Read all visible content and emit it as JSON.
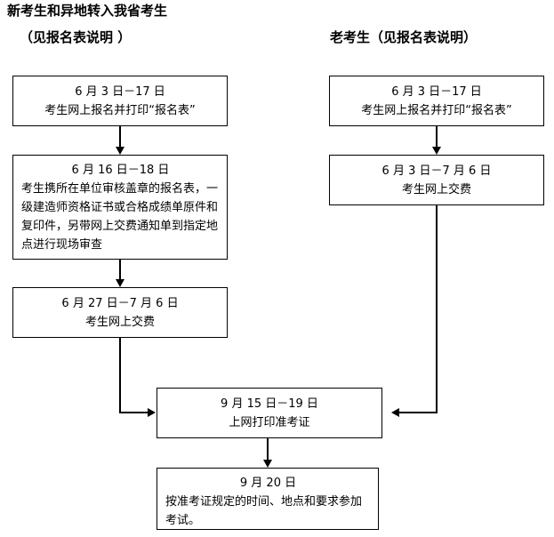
{
  "headers": {
    "left_line1": "新考生和异地转入我省考生",
    "left_line2": "（见报名表说明 ）",
    "right": "老考生（见报名表说明）"
  },
  "nodes": {
    "left_1": {
      "title": "6 月 3 日－17 日",
      "body": "考生网上报名并打印“报名表”"
    },
    "left_2": {
      "title": "6 月 16 日－18 日",
      "body": "考生携所在单位审核盖章的报名表，一级建造师资格证书或合格成绩单原件和复印件，另带网上交费通知单到指定地点进行现场审查"
    },
    "left_3": {
      "title": "6 月 27 日－7 月 6 日",
      "body": "考生网上交费"
    },
    "right_1": {
      "title": "6 月 3 日－17 日",
      "body": "考生网上报名并打印“报名表”"
    },
    "right_2": {
      "title": "6 月 3 日－7 月 6 日",
      "body": "考生网上交费"
    },
    "merge_1": {
      "title": "9 月 15 日－19 日",
      "body": "上网打印准考证"
    },
    "merge_2": {
      "title": "9 月 20 日",
      "body": "按准考证规定的时间、地点和要求参加考试。"
    }
  },
  "colors": {
    "line": "#000000",
    "background": "#ffffff",
    "text": "#000000"
  }
}
